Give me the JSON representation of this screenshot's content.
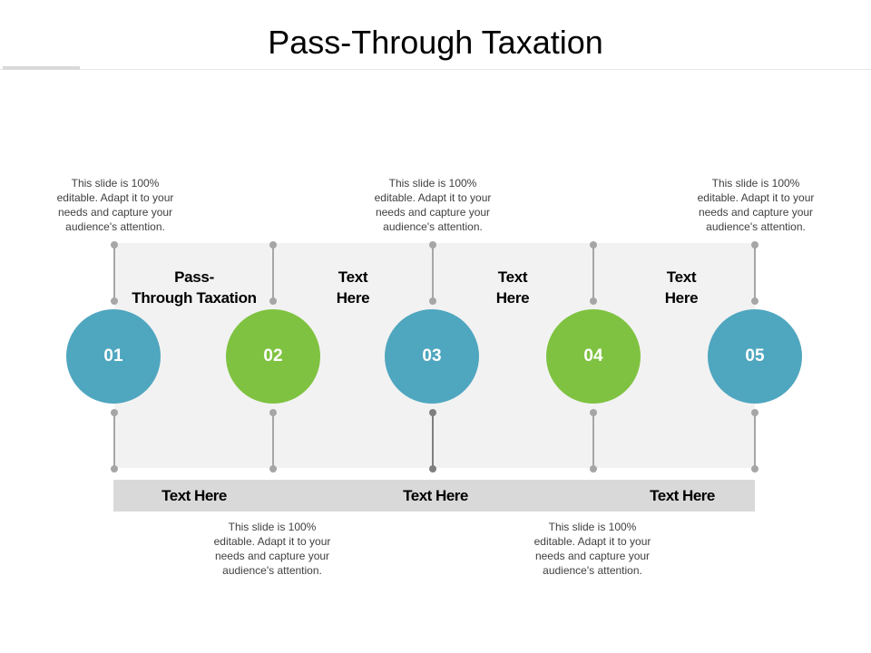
{
  "title": "Pass-Through Taxation",
  "colors": {
    "blue": "#4fa6bf",
    "green": "#7fc241"
  },
  "steps": [
    {
      "number": "01",
      "color": "blue"
    },
    {
      "number": "02",
      "color": "green"
    },
    {
      "number": "03",
      "color": "blue"
    },
    {
      "number": "04",
      "color": "green"
    },
    {
      "number": "05",
      "color": "blue"
    }
  ],
  "upper_labels": [
    [
      "Pass-",
      "Through Taxation"
    ],
    [
      "Text",
      "Here"
    ],
    [
      "Text",
      "Here"
    ],
    [
      "Text",
      "Here"
    ]
  ],
  "top_descriptions": [
    [
      "This slide is 100%",
      "editable. Adapt it to your",
      "needs and capture your",
      "audience's attention."
    ],
    [
      "This slide is 100%",
      "editable. Adapt it to your",
      "needs and capture your",
      "audience's attention."
    ],
    [
      "This slide is 100%",
      "editable. Adapt it to your",
      "needs and capture your",
      "audience's attention."
    ]
  ],
  "bottom_descriptions": [
    [
      "This slide is 100%",
      "editable. Adapt it to your",
      "needs and capture your",
      "audience's attention."
    ],
    [
      "This slide is 100%",
      "editable. Adapt it to your",
      "needs and capture your",
      "audience's attention."
    ]
  ],
  "bar_labels": [
    "Text Here",
    "Text Here",
    "Text Here"
  ]
}
